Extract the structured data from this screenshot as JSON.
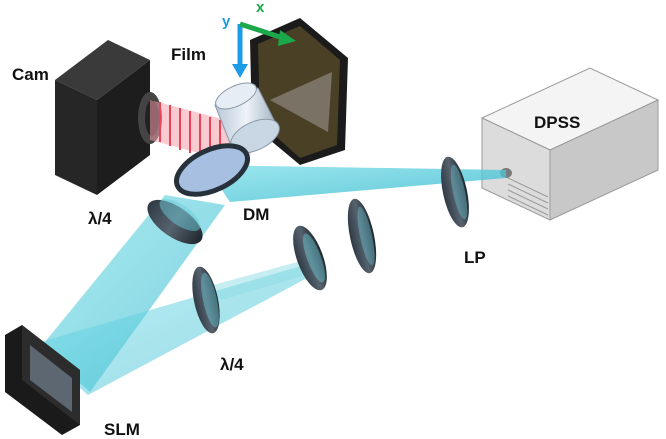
{
  "labels": {
    "cam": "Cam",
    "film": "Film",
    "dpss": "DPSS",
    "dm": "DM",
    "qwp_top": "λ/4",
    "qwp_bottom": "λ/4",
    "lp": "LP",
    "slm": "SLM"
  },
  "axes": {
    "x": "x",
    "y": "y"
  },
  "colors": {
    "beam": "#3ec4d6",
    "camera_beam": "#e8445a",
    "axis_x": "#1aa84a",
    "axis_y": "#1e9be6",
    "film_panel": "#4a4025"
  }
}
